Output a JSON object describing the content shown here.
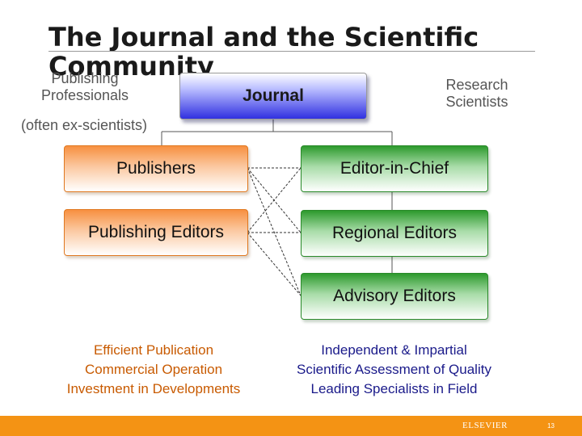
{
  "title": "The Journal and the Scientific Community",
  "journal_label": "Journal",
  "left_label": {
    "line1": "Publishing",
    "line2": "Professionals",
    "line3": "(often ex-scientists)"
  },
  "right_label": {
    "line1": "Research",
    "line2": "Scientists"
  },
  "left_boxes": [
    "Publishers",
    "Publishing Editors"
  ],
  "right_boxes": [
    "Editor-in-Chief",
    "Regional Editors",
    "Advisory Editors"
  ],
  "left_footer": [
    "Efficient Publication",
    "Commercial Operation",
    "Investment in Developments"
  ],
  "right_footer": [
    "Independent & Impartial",
    "Scientific Assessment of Quality",
    "Leading Specialists in Field"
  ],
  "brand": "ELSEVIER",
  "page_number": "13",
  "colors": {
    "orange": "#f79040",
    "green": "#2d9a2d",
    "blue": "#3030e0",
    "bar": "#f49314"
  }
}
